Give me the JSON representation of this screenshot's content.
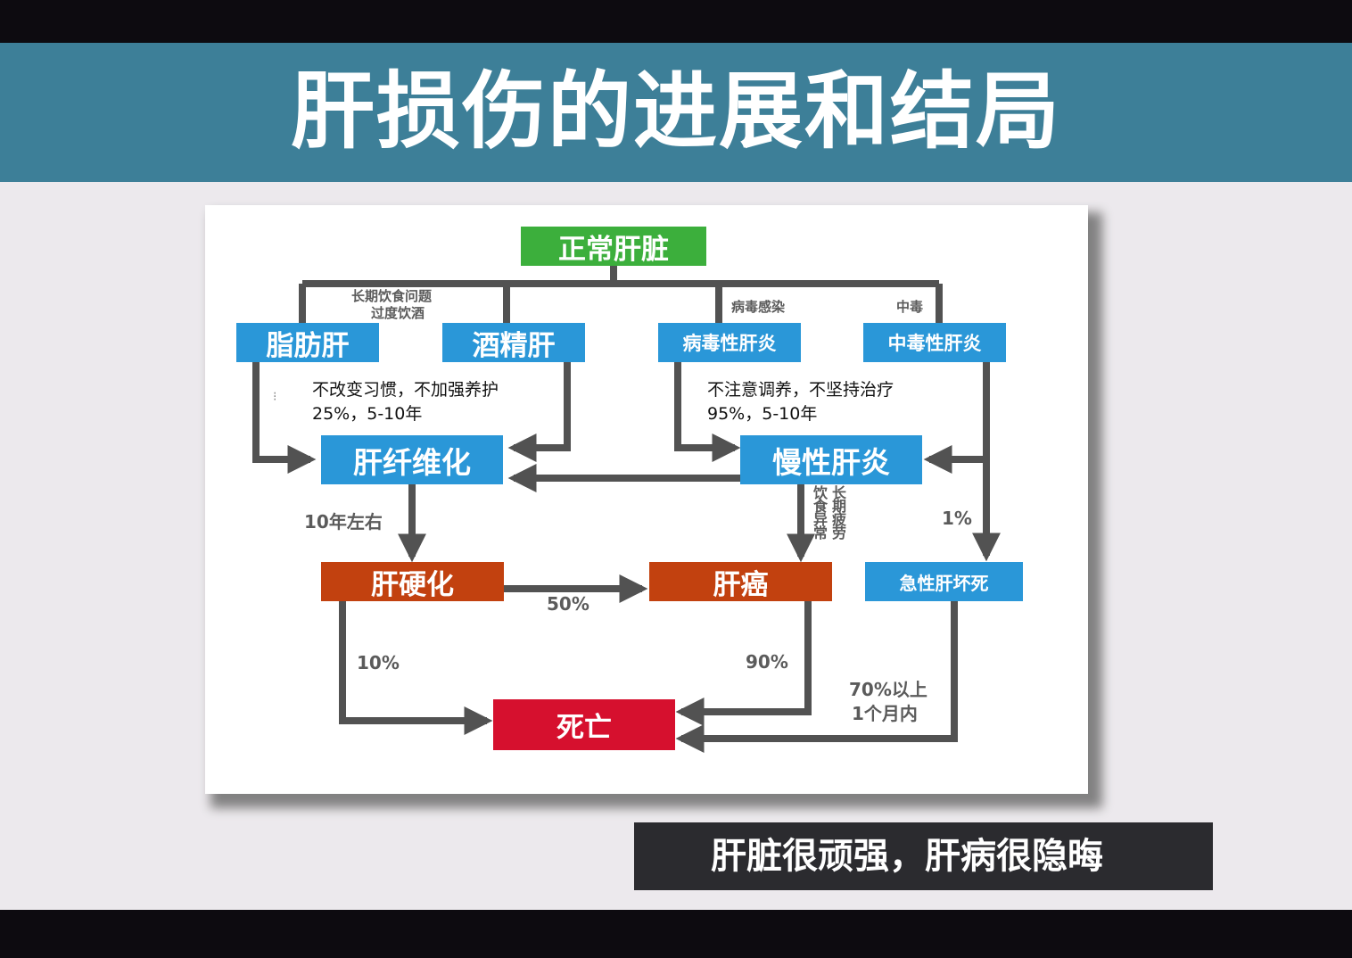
{
  "banner": {
    "title": "肝损伤的进展和结局"
  },
  "caption": {
    "text": "肝脏很顽强，肝病很隐晦"
  },
  "colors": {
    "banner": "#3d7f98",
    "node_green": "#3caf3c",
    "node_blue": "#2a97d8",
    "node_orange": "#c2410f",
    "node_red": "#d6102e",
    "arrow": "#525252"
  },
  "nodes": {
    "normal_liver": "正常肝脏",
    "fatty_liver": "脂肪肝",
    "alcoholic_liver": "酒精肝",
    "viral_hepatitis": "病毒性肝炎",
    "toxic_hepatitis": "中毒性肝炎",
    "liver_fibrosis": "肝纤维化",
    "chronic_hepatitis": "慢性肝炎",
    "cirrhosis": "肝硬化",
    "liver_cancer": "肝癌",
    "acute_necrosis": "急性肝坏死",
    "death": "死亡"
  },
  "labels": {
    "long_term_diet_line1": "长期饮食问题",
    "long_term_diet_line2": "过度饮酒",
    "virus_infection": "病毒感染",
    "poisoning": "中毒",
    "note_left_line1": "不改变习惯，不加强养护",
    "note_left_line2": "25%，5-10年",
    "note_right_line1": "不注意调养，不坚持治疗",
    "note_right_line2": "95%，5-10年",
    "ten_years": "10年左右",
    "fatigue_diet_col1": "长期疲劳",
    "fatigue_diet_col2": "饮食异常",
    "one_percent": "1%",
    "fifty_percent": "50%",
    "ten_percent": "10%",
    "ninety_percent": "90%",
    "over_70_line1": "70%以上",
    "over_70_line2": "1个月内",
    "tick": "⁝"
  }
}
